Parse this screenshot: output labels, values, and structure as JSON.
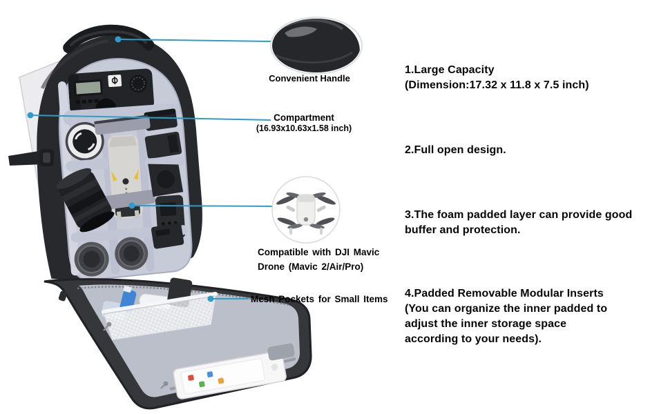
{
  "page": {
    "background": "#ffffff"
  },
  "colors": {
    "accent_line": "#2d9dc7",
    "bag_shell": "#28292c",
    "bag_interior": "#c7cad7",
    "flap_interior": "#bbbfc9",
    "drone_yellow": "#e2c23a"
  },
  "callouts": {
    "handle": {
      "label": "Convenient Handle"
    },
    "compartment": {
      "title": "Compartment",
      "dimension": "(16.93x10.63x1.58 inch)"
    },
    "drone": {
      "line1": "Compatible with DJI Mavic",
      "line2": "Drone (Mavic 2/Air/Pro)"
    },
    "mesh": {
      "label": "Mesh Pockets for Small Items"
    }
  },
  "features": [
    {
      "lines": [
        "1.Large Capacity",
        "(Dimension:17.32 x 11.8 x 7.5 inch)"
      ]
    },
    {
      "lines": [
        "2.Full open design."
      ]
    },
    {
      "lines": [
        "3.The foam padded layer can provide good",
        "buffer and protection."
      ]
    },
    {
      "lines": [
        "4.Padded Removable Modular Inserts",
        "(You can organize the inner padded to",
        "adjust the inner storage space",
        "according to your needs)."
      ]
    }
  ],
  "icons": {
    "handle_detail": "handle-closeup",
    "drone_detail": "dji-mavic-drone",
    "callout_dot": "pointer-dot"
  }
}
